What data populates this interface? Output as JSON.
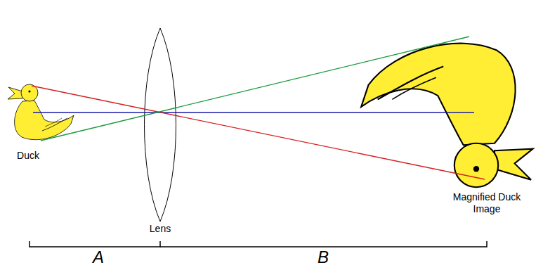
{
  "diagram": {
    "labels": [
      "Duck",
      "Lens",
      "Magnified Duck Image",
      "A",
      "B"
    ]
  }
}
